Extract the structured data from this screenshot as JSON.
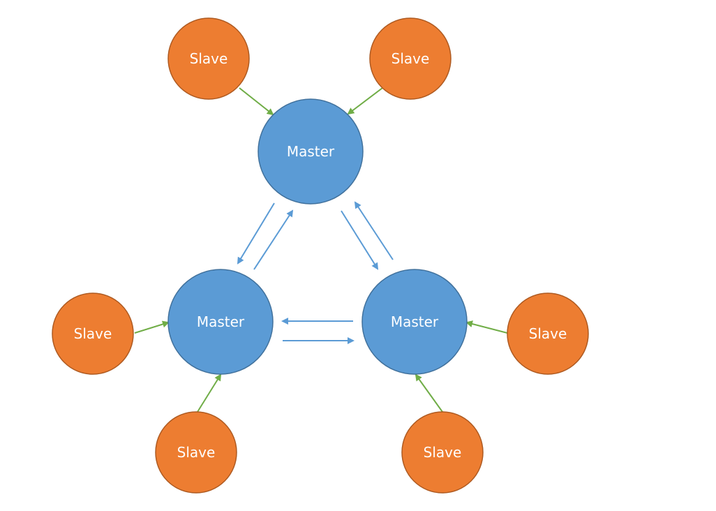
{
  "nodes": [
    {
      "id": "master-top",
      "role": "master",
      "label": "Master"
    },
    {
      "id": "master-left",
      "role": "master",
      "label": "Master"
    },
    {
      "id": "master-right",
      "role": "master",
      "label": "Master"
    },
    {
      "id": "slave-top-left",
      "role": "slave",
      "label": "Slave"
    },
    {
      "id": "slave-top-right",
      "role": "slave",
      "label": "Slave"
    },
    {
      "id": "slave-left",
      "role": "slave",
      "label": "Slave"
    },
    {
      "id": "slave-right",
      "role": "slave",
      "label": "Slave"
    },
    {
      "id": "slave-bottom-left",
      "role": "slave",
      "label": "Slave"
    },
    {
      "id": "slave-bottom-right",
      "role": "slave",
      "label": "Slave"
    }
  ],
  "edges": [
    {
      "from": "slave-top-left",
      "to": "master-top",
      "kind": "replication"
    },
    {
      "from": "slave-top-right",
      "to": "master-top",
      "kind": "replication"
    },
    {
      "from": "slave-left",
      "to": "master-left",
      "kind": "replication"
    },
    {
      "from": "slave-right",
      "to": "master-right",
      "kind": "replication"
    },
    {
      "from": "slave-bottom-left",
      "to": "master-left",
      "kind": "replication"
    },
    {
      "from": "slave-bottom-right",
      "to": "master-right",
      "kind": "replication"
    },
    {
      "from": "master-top",
      "to": "master-left",
      "kind": "sync"
    },
    {
      "from": "master-left",
      "to": "master-top",
      "kind": "sync"
    },
    {
      "from": "master-top",
      "to": "master-right",
      "kind": "sync"
    },
    {
      "from": "master-right",
      "to": "master-top",
      "kind": "sync"
    },
    {
      "from": "master-right",
      "to": "master-left",
      "kind": "sync"
    },
    {
      "from": "master-left",
      "to": "master-right",
      "kind": "sync"
    }
  ],
  "colors": {
    "master_fill": "#5b9bd5",
    "master_stroke": "#41719c",
    "slave_fill": "#ed7d31",
    "slave_stroke": "#ae5a21",
    "replication_arrow": "#70ad47",
    "sync_arrow": "#5b9bd5"
  }
}
